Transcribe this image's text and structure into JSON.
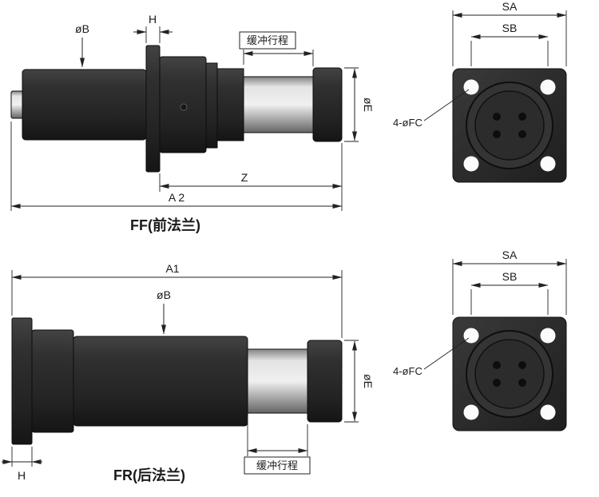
{
  "ff": {
    "caption": "FF(前法兰)",
    "dims": {
      "diameter_b": "øB",
      "flange_thickness": "H",
      "buffer_stroke": "缓冲行程",
      "diameter_e": "øE",
      "z_length": "Z",
      "total_length": "A 2"
    }
  },
  "ff_face": {
    "sa": "SA",
    "sb": "SB",
    "holes": "4-øFC"
  },
  "fr": {
    "caption": "FR(后法兰)",
    "dims": {
      "total_length": "A1",
      "diameter_b": "øB",
      "diameter_e": "øE",
      "buffer_stroke": "缓冲行程",
      "flange_thickness": "H"
    }
  },
  "fr_face": {
    "sa": "SA",
    "sb": "SB",
    "holes": "4-øFC"
  },
  "colors": {
    "body_dark": "#262626",
    "rod_silver": "#d8d8d8",
    "dimension_line": "#222222",
    "background": "#ffffff"
  }
}
